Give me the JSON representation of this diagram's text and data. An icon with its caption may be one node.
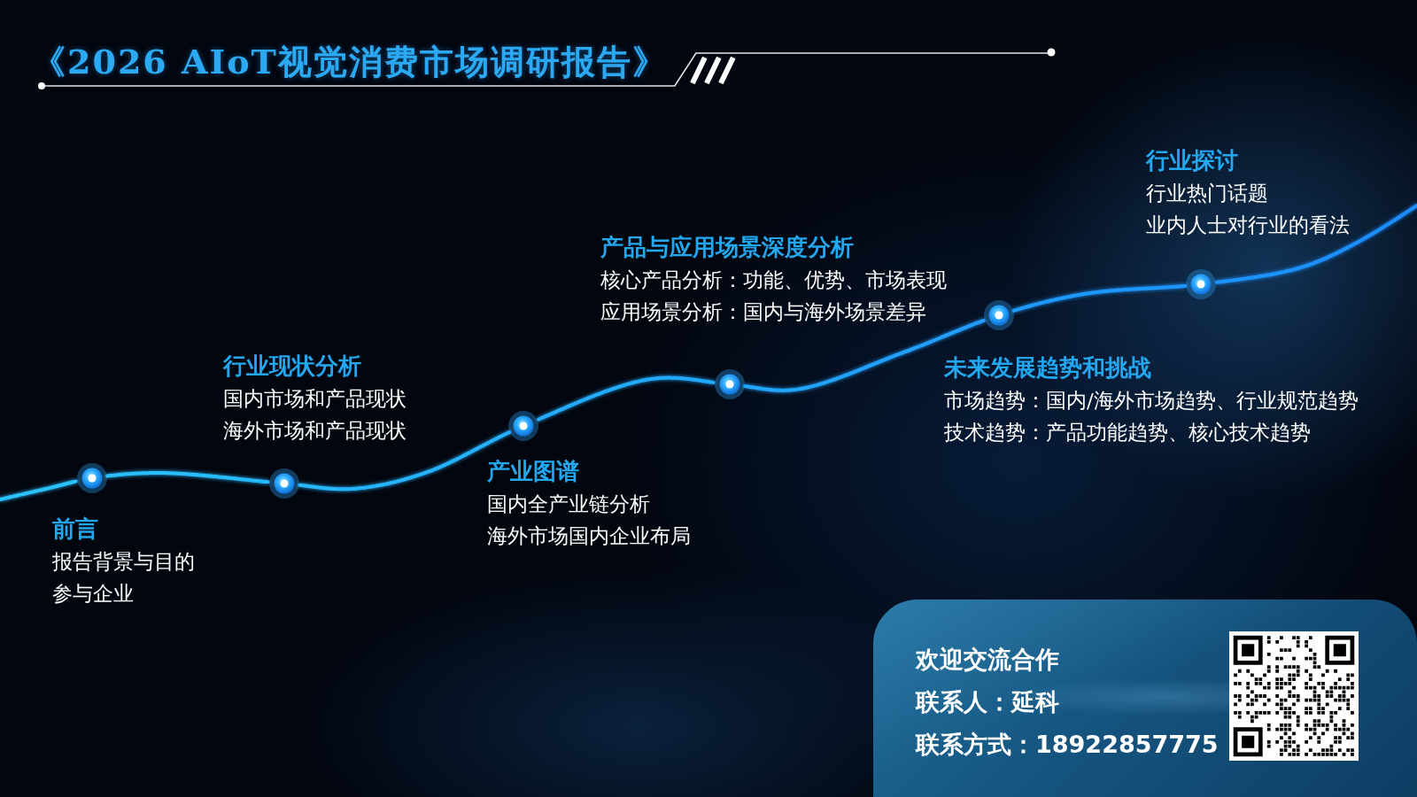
{
  "diagram": {
    "title": "《2026 AIoT视觉消费市场调研报告》",
    "nodes": [
      {
        "text": [],
        "shape": "circle",
        "beside": [
          "前言",
          "报告背景与目的",
          "参与企业"
        ]
      },
      {
        "text": [],
        "shape": "circle",
        "beside": [
          "行业现状分析",
          "国内市场和产品现状",
          "海外市场和产品现状"
        ]
      },
      {
        "text": [],
        "shape": "circle",
        "beside": [
          "产业图谱",
          "国内全产业链分析",
          "海外市场国内企业布局"
        ]
      },
      {
        "text": [],
        "shape": "circle",
        "beside": [
          "产品与应用场景深度分析",
          "核心产品分析：功能、优势、市场表现",
          "应用场景分析：国内与海外场景差异"
        ]
      },
      {
        "text": [],
        "shape": "circle",
        "beside": [
          "未来发展趋势和挑战",
          "市场趋势：国内/海外市场趋势、行业规范趋势",
          "技术趋势：产品功能趋势、核心技术趋势"
        ]
      },
      {
        "text": [],
        "shape": "circle",
        "beside": [
          "行业探讨",
          "行业热门话题",
          "业内人士对行业的看法"
        ]
      },
      {
        "text": [
          "欢迎交流合作",
          "联系人：延科",
          "联系方式：18922857775"
        ]
      }
    ],
    "edges": [
      {
        "from": null,
        "to": 0,
        "arrow": "none"
      },
      {
        "from": 0,
        "to": 1,
        "arrow": "none"
      },
      {
        "from": 1,
        "to": 2,
        "arrow": "none"
      },
      {
        "from": 2,
        "to": 3,
        "arrow": "none"
      },
      {
        "from": 3,
        "to": 4,
        "arrow": "none"
      },
      {
        "from": 4,
        "to": 5,
        "arrow": "none"
      },
      {
        "from": 5,
        "to": null,
        "arrow": "none"
      }
    ]
  }
}
